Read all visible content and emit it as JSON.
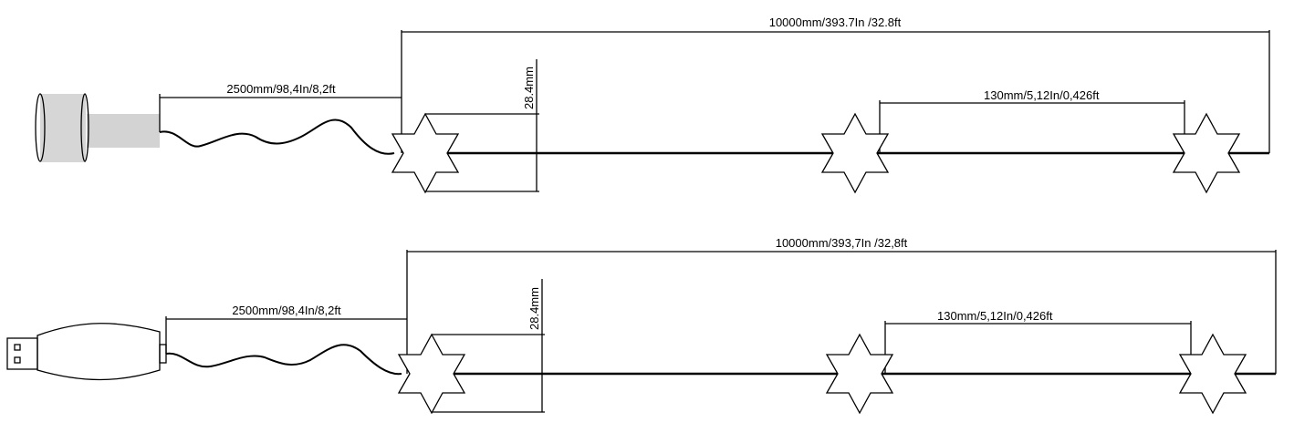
{
  "rows": [
    {
      "connector": "barrel-plug",
      "total_length_label": "10000mm/393.7In /32.8ft",
      "lead_length_label": "2500mm/98,4In/8,2ft",
      "star_size_label": "28.4mm",
      "spacing_label": "130mm/5,12In/0,426ft"
    },
    {
      "connector": "usb-plug",
      "total_length_label": "10000mm/393,7In /32,8ft",
      "lead_length_label": "2500mm/98,4In/8,2ft",
      "star_size_label": "28.4mm",
      "spacing_label": "130mm/5,12In/0,426ft"
    }
  ]
}
